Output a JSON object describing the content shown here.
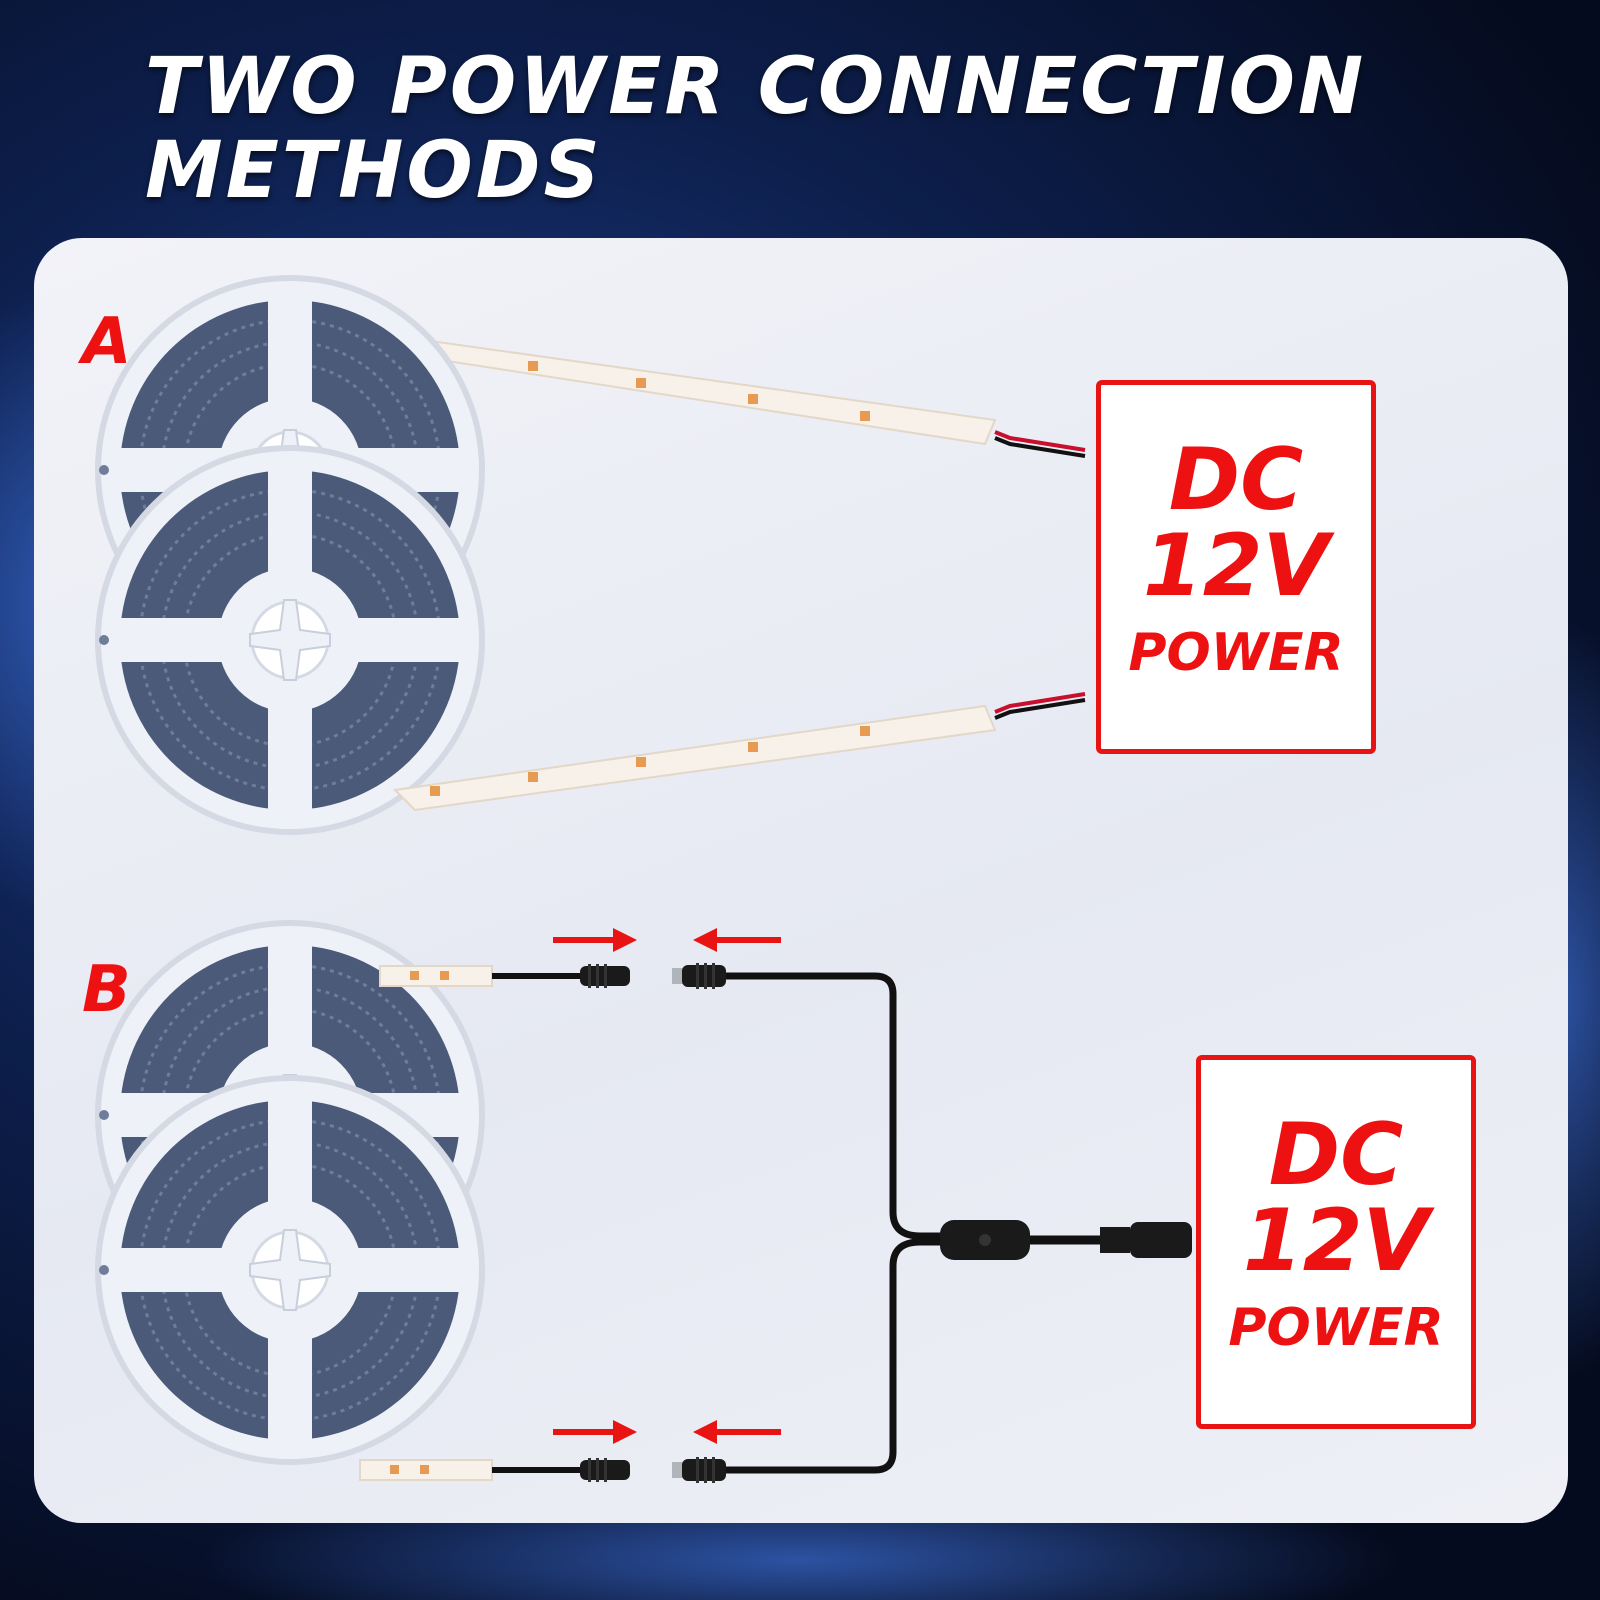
{
  "title": {
    "line1": "TWO POWER CONNECTION",
    "line2": "METHODS"
  },
  "methods": [
    {
      "label": "A",
      "power": {
        "line1": "DC",
        "line2": "12V",
        "line3": "POWER"
      }
    },
    {
      "label": "B",
      "power": {
        "line1": "DC",
        "line2": "12V",
        "line3": "POWER"
      }
    }
  ],
  "colors": {
    "accent": "#e81414",
    "title": "#ffffff",
    "cable": "#111111",
    "background": "#0d1f4d"
  },
  "icons": [
    "led-strip-reel",
    "dc-barrel-connector",
    "y-splitter-cable",
    "arrow-right-icon",
    "arrow-left-icon"
  ]
}
